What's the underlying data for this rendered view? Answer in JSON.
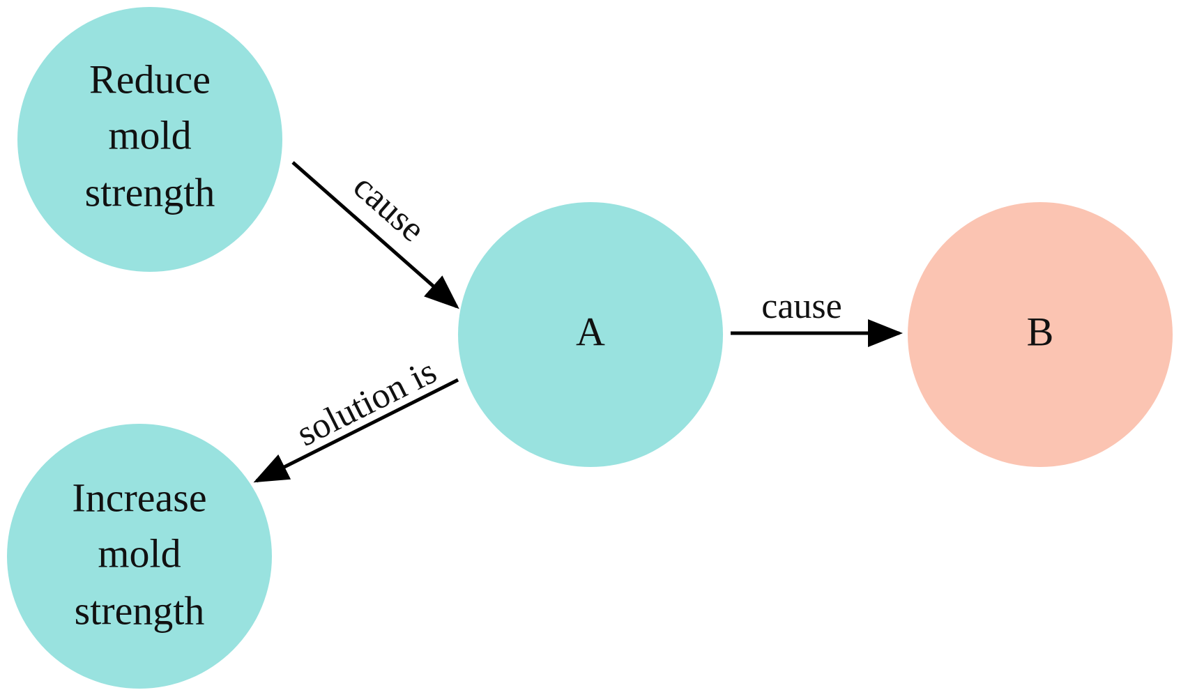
{
  "colors": {
    "node_teal": "#99E2DF",
    "node_salmon": "#FBC4B2",
    "edge": "#000000",
    "text": "#111111"
  },
  "nodes": {
    "reduce": {
      "lines": [
        "Reduce",
        "mold",
        "strength"
      ]
    },
    "a": {
      "label": "A"
    },
    "b": {
      "label": "B"
    },
    "increase": {
      "lines": [
        "Increase",
        "mold",
        "strength"
      ]
    }
  },
  "edges": {
    "reduce_to_a": {
      "label": "cause"
    },
    "a_to_b": {
      "label": "cause"
    },
    "a_to_increase": {
      "label": "solution is"
    }
  }
}
